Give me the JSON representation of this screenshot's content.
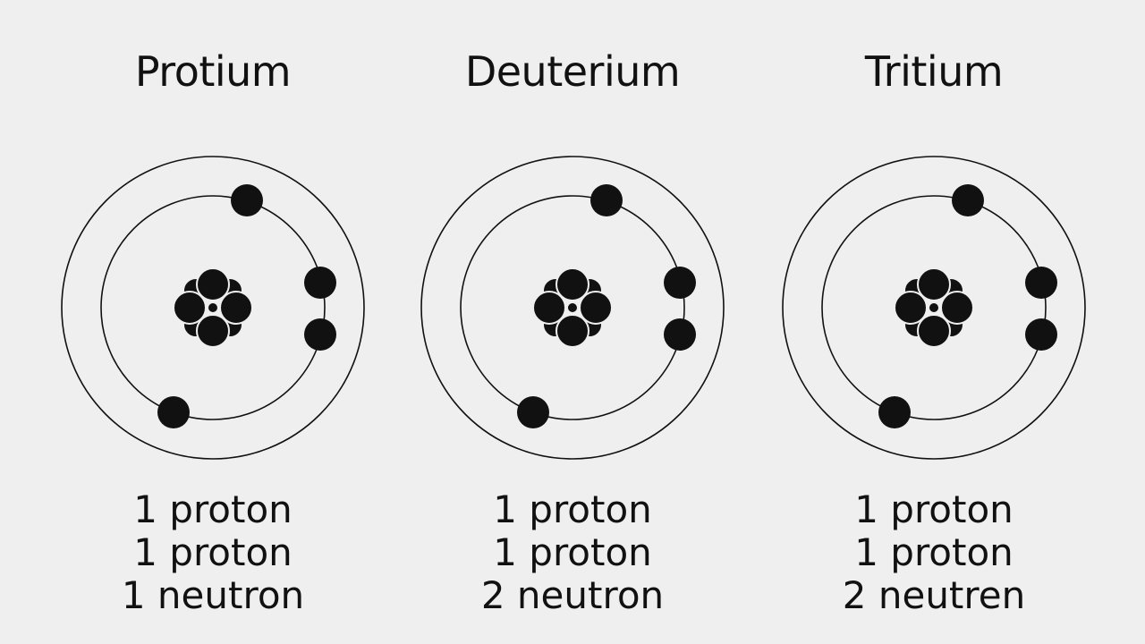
{
  "isotopes": [
    {
      "name": "Protium",
      "lines": [
        "1 proton",
        "1 proton",
        "1 neutron"
      ]
    },
    {
      "name": "Deuterium",
      "lines": [
        "1 proton",
        "1 proton",
        "2 neutron"
      ]
    },
    {
      "name": "Tritium",
      "lines": [
        "1 proton",
        "1 proton",
        "2 neutren"
      ]
    }
  ],
  "colors": {
    "background": "#efefef",
    "ink": "#111111"
  }
}
